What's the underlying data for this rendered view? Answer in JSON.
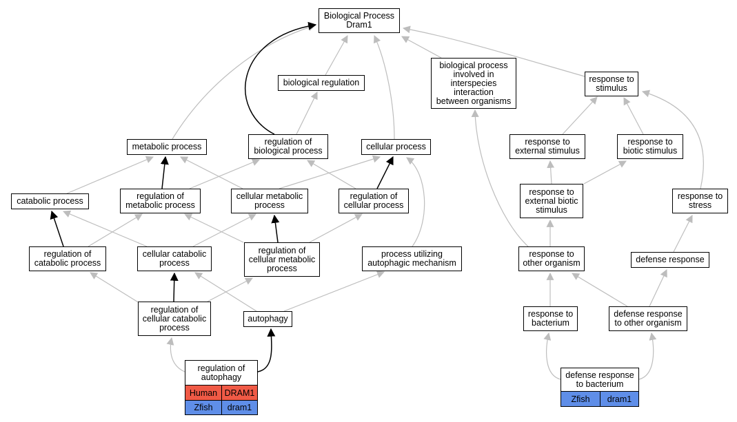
{
  "nodes": {
    "bp_root": "Biological Process\nDram1",
    "biological_regulation": "biological regulation",
    "interspecies": "biological process\ninvolved in\ninterspecies\ninteraction\nbetween organisms",
    "response_to_stimulus": "response to\nstimulus",
    "metabolic_process": "metabolic process",
    "regulation_of_biological_process": "regulation of\nbiological process",
    "cellular_process": "cellular process",
    "response_to_external_stimulus": "response to\nexternal stimulus",
    "response_to_biotic_stimulus": "response to\nbiotic stimulus",
    "catabolic_process": "catabolic process",
    "regulation_of_metabolic_process": "regulation of\nmetabolic process",
    "cellular_metabolic_process": "cellular metabolic\nprocess",
    "regulation_of_cellular_process": "regulation of\ncellular process",
    "response_to_external_biotic_stimulus": "response to\nexternal biotic\nstimulus",
    "response_to_stress": "response to\nstress",
    "regulation_of_catabolic_process": "regulation of\ncatabolic process",
    "cellular_catabolic_process": "cellular catabolic\nprocess",
    "regulation_of_cellular_metabolic_process": "regulation of\ncellular metabolic\nprocess",
    "process_utilizing_autophagic_mechanism": "process utilizing\nautophagic mechanism",
    "response_to_other_organism": "response to\nother organism",
    "defense_response": "defense response",
    "regulation_of_cellular_catabolic_process": "regulation of\ncellular catabolic\nprocess",
    "autophagy": "autophagy",
    "response_to_bacterium": "response to\nbacterium",
    "defense_response_to_other_organism": "defense response\nto other organism"
  },
  "gene_tables": {
    "regulation_of_autophagy": {
      "title": "regulation of\nautophagy",
      "rows": [
        {
          "species": "Human",
          "gene": "DRAM1",
          "color": "#f05a46"
        },
        {
          "species": "Zfish",
          "gene": "dram1",
          "color": "#5f8ee8"
        }
      ]
    },
    "defense_response_to_bacterium": {
      "title": "defense response\nto bacterium",
      "rows": [
        {
          "species": "Zfish",
          "gene": "dram1",
          "color": "#5f8ee8"
        }
      ]
    }
  },
  "colors": {
    "is_a_edge": "#bdbdbd",
    "regulates_edge": "#000000"
  }
}
